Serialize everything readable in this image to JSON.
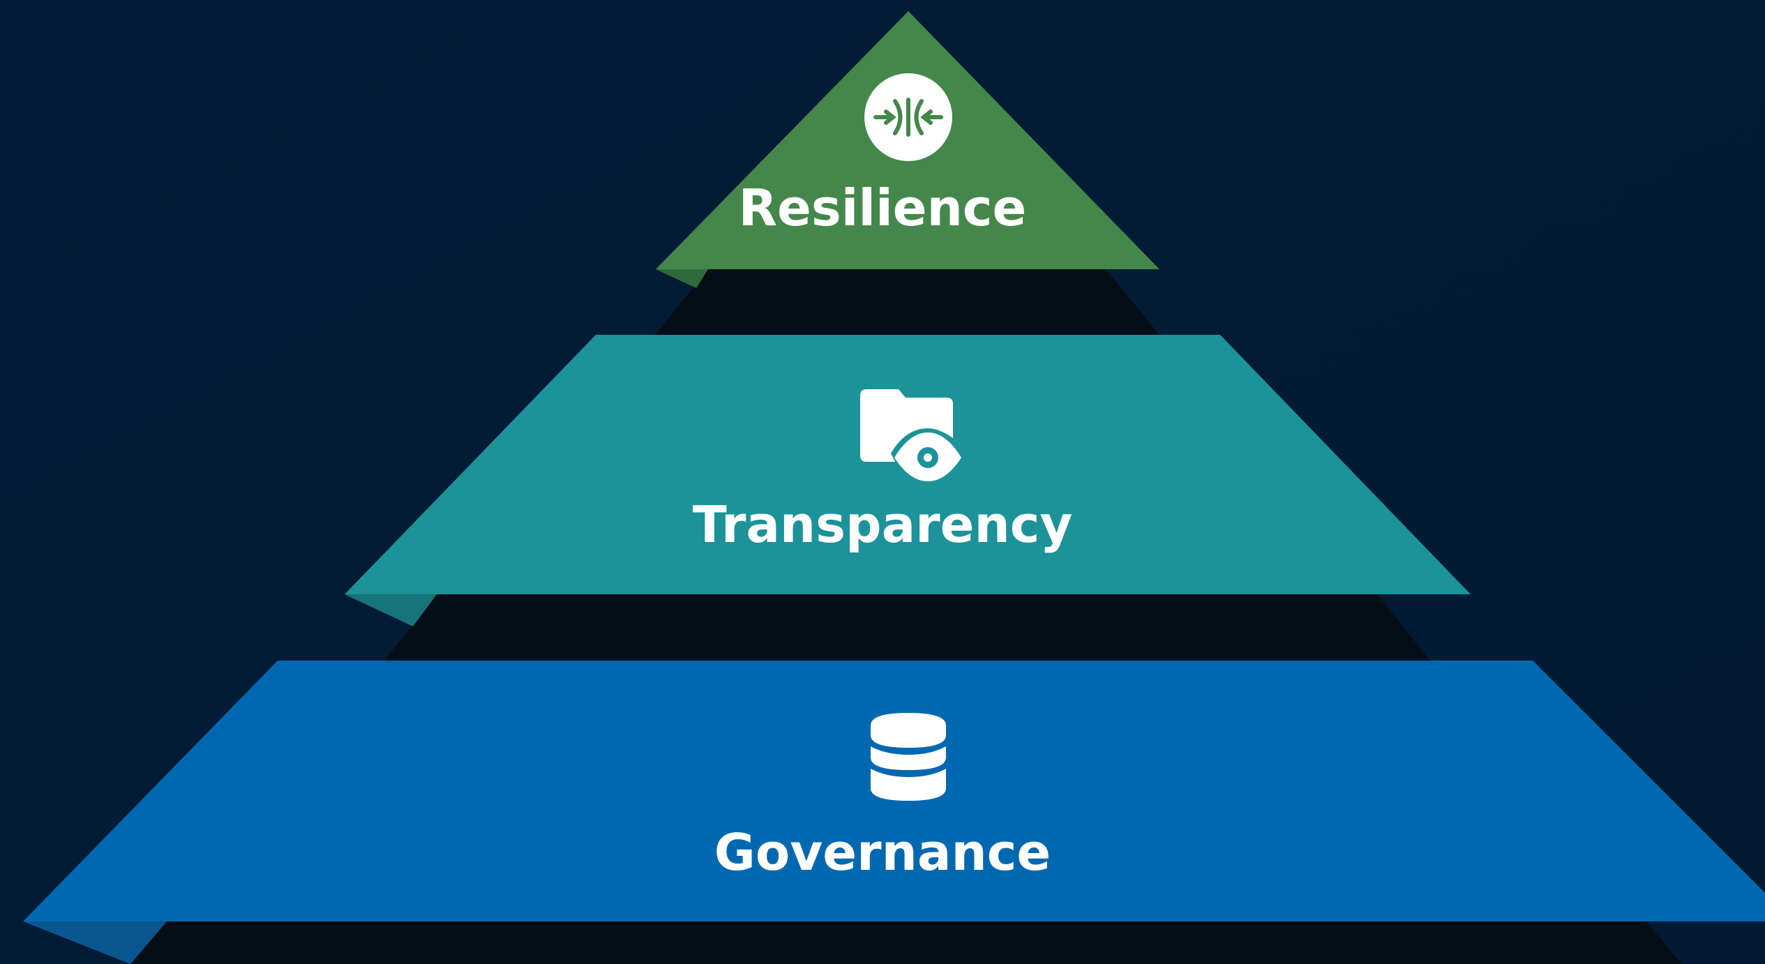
{
  "diagram": {
    "tiers": [
      {
        "label": "Resilience",
        "icon": "resilience-compress-icon",
        "color": "#44874a"
      },
      {
        "label": "Transparency",
        "icon": "folder-eye-icon",
        "color": "#1c9299"
      },
      {
        "label": "Governance",
        "icon": "database-icon",
        "color": "#0068b0"
      }
    ],
    "colors": {
      "background": "#021a33",
      "shadow": "#050d16"
    }
  }
}
